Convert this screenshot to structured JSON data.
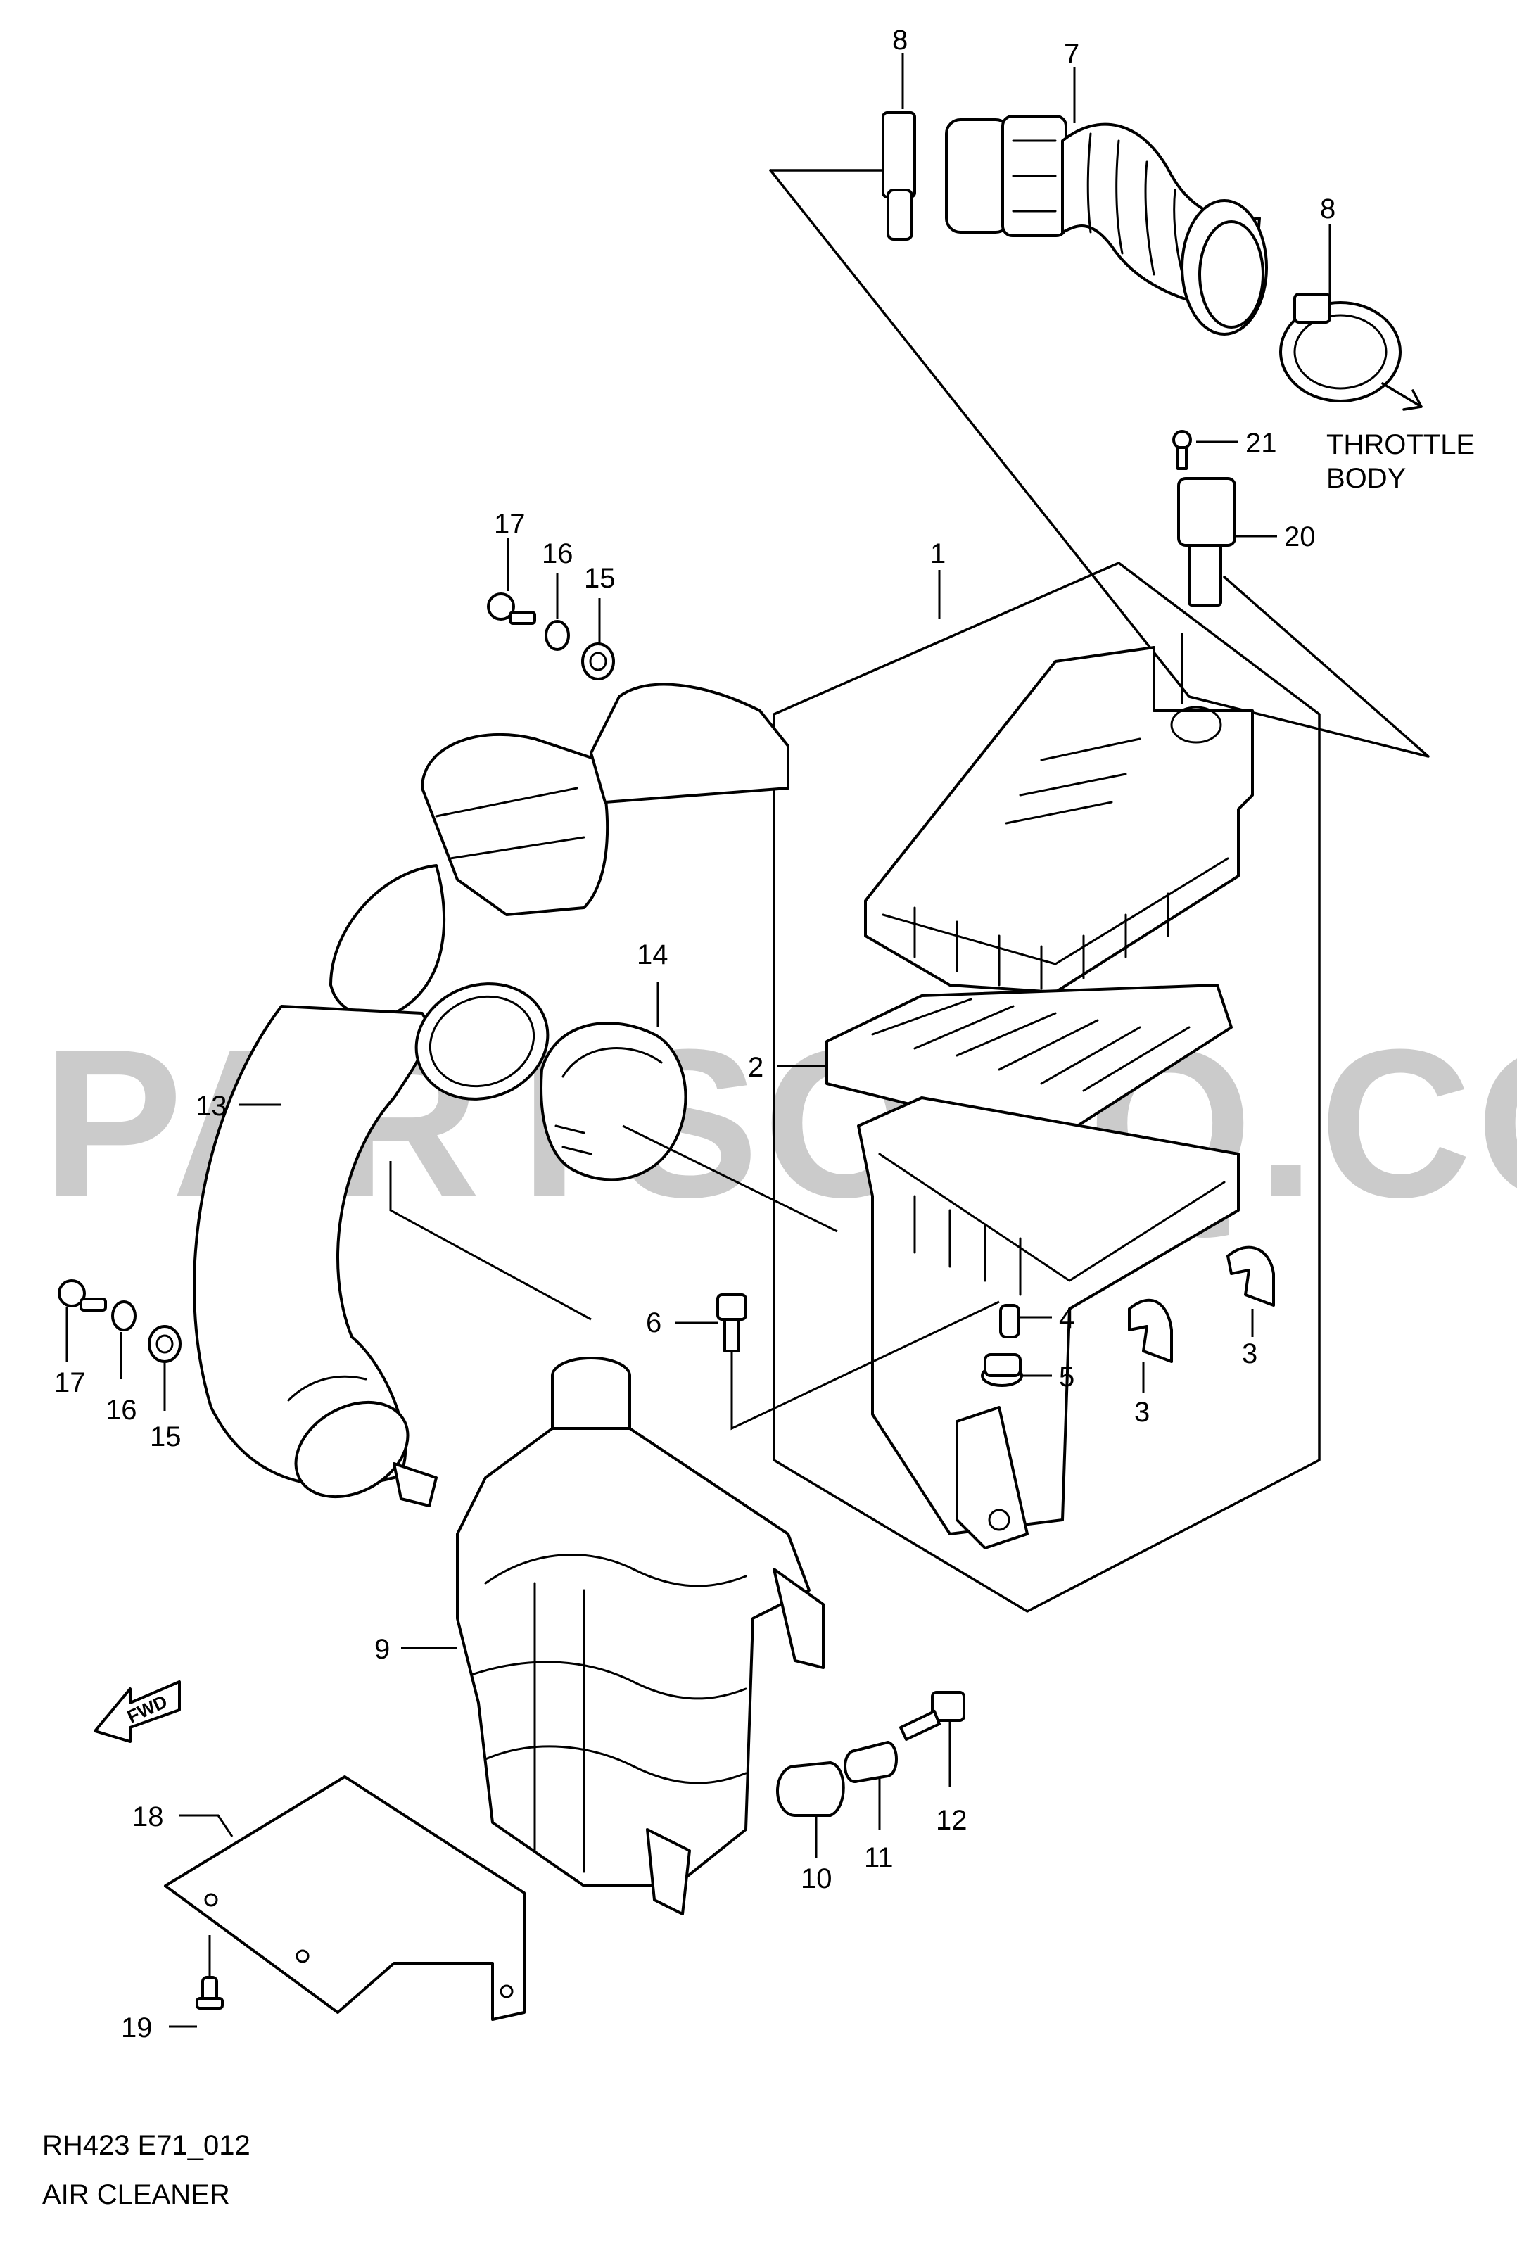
{
  "diagram": {
    "code": "RH423 E71_012",
    "title": "AIR CLEANER",
    "watermark": "PARTSOUQ.COM",
    "direction_note": {
      "line1": "THROTTLE",
      "line2": "BODY"
    },
    "fwd_label": "FWD",
    "callouts": {
      "p1": "1",
      "p2": "2",
      "p3a": "3",
      "p3b": "3",
      "p4": "4",
      "p5": "5",
      "p6": "6",
      "p7": "7",
      "p8a": "8",
      "p8b": "8",
      "p9": "9",
      "p10": "10",
      "p11": "11",
      "p12": "12",
      "p13": "13",
      "p14": "14",
      "p15a": "15",
      "p15b": "15",
      "p16a": "16",
      "p16b": "16",
      "p17a": "17",
      "p17b": "17",
      "p18": "18",
      "p19": "19",
      "p20": "20",
      "p21": "21"
    }
  }
}
